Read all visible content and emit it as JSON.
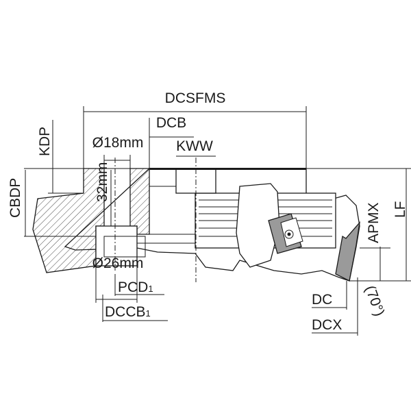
{
  "diagram": {
    "labels": {
      "dcsfms": "DCSFMS",
      "dcb": "DCB",
      "kww": "KWW",
      "kdp": "KDP",
      "cbdp": "CBDP",
      "bore_diameter": "Ø18mm",
      "bore_depth": "32mm",
      "counterbore_diameter": "Ø26mm",
      "pcd1": "PCD",
      "pcd1_sub": "1",
      "dccb1": "DCCB",
      "dccb1_sub": "1",
      "apmx": "APMX",
      "lf": "LF",
      "dc": "DC",
      "dcx": "DCX",
      "angle": "(70°)"
    }
  }
}
